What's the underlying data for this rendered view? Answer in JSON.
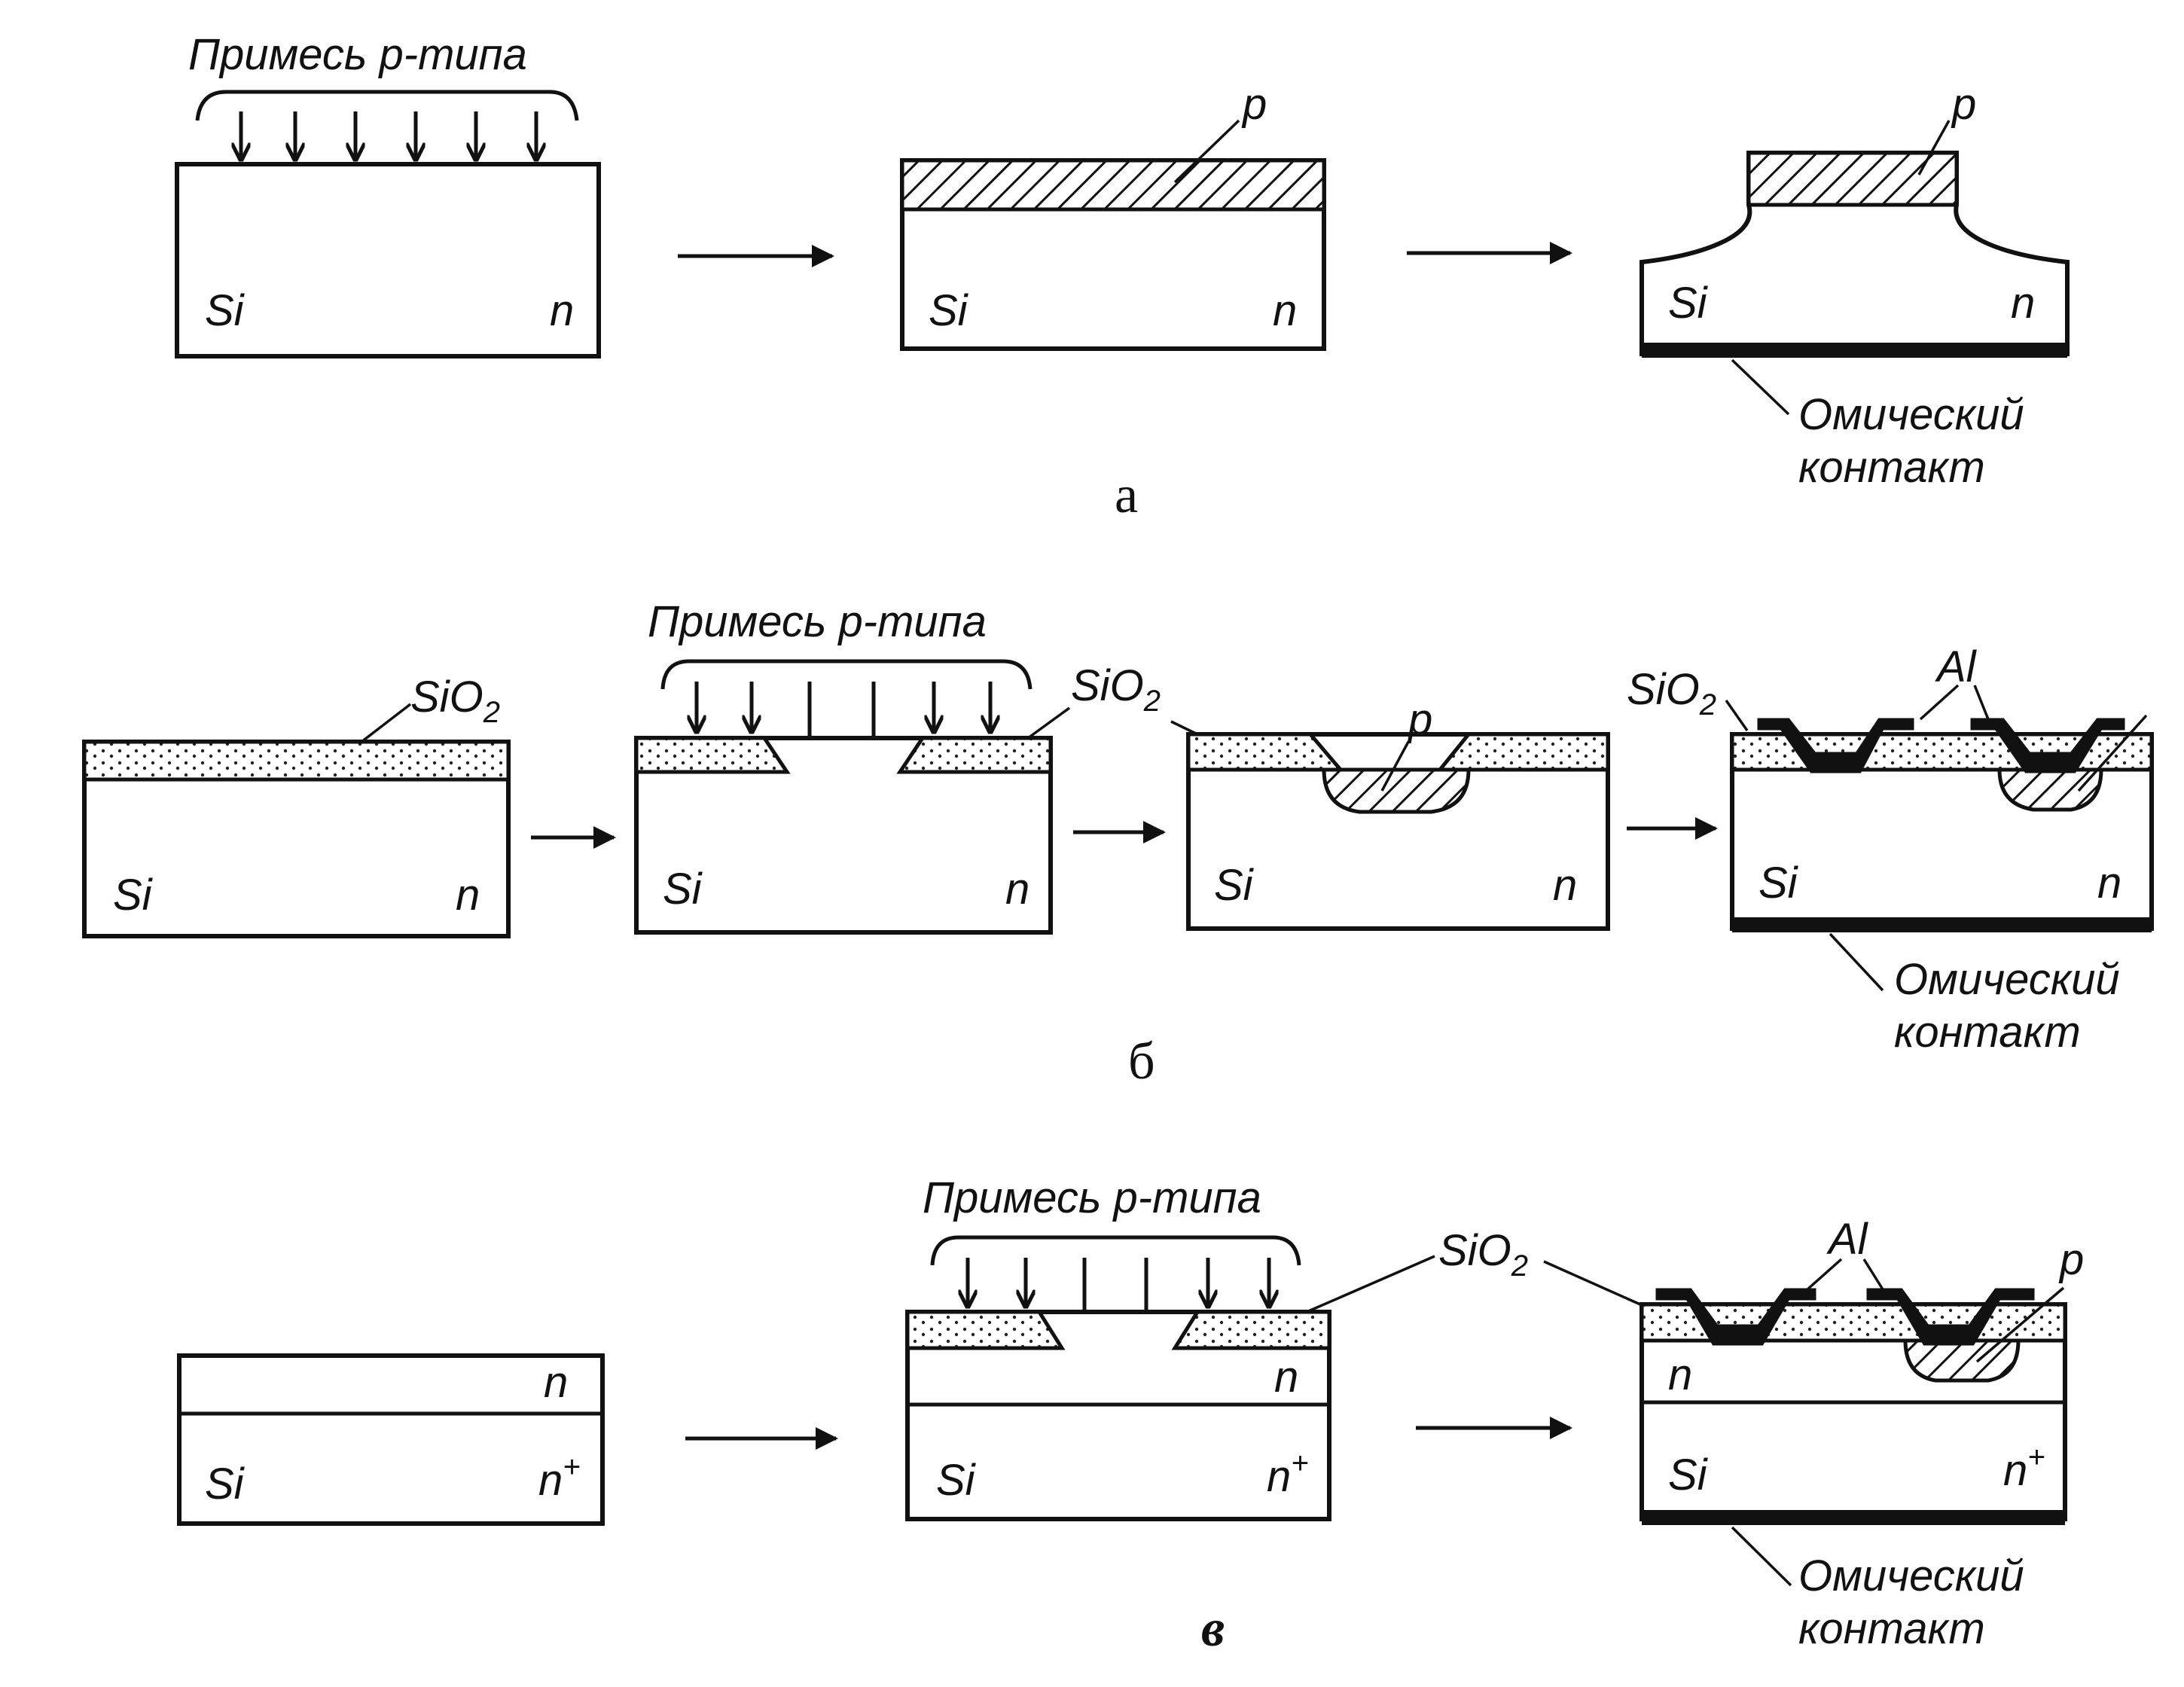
{
  "labels": {
    "dopant": "Примесь p-типа",
    "si": "Si",
    "n": "n",
    "p": "p",
    "n_plus_base": "n",
    "plus": "+",
    "sio2_base": "SiO",
    "sio2_sub": "2",
    "al": "Al",
    "ohmic_line1": "Омический",
    "ohmic_line2": "контакт"
  },
  "captions": {
    "a": "а",
    "b": "б",
    "v": "в"
  }
}
